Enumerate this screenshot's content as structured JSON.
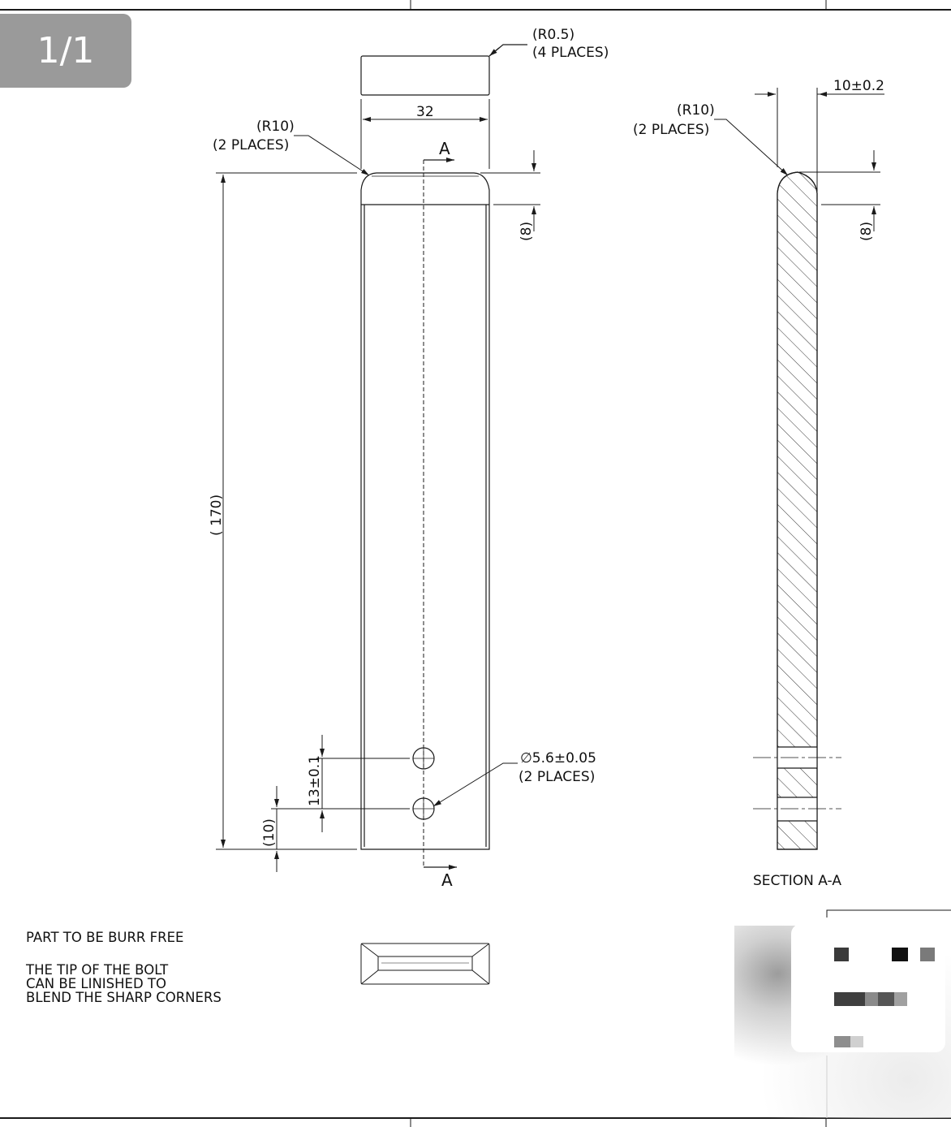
{
  "page_badge": "1/1",
  "colors": {
    "line": "#1a1a1a",
    "badge_bg": "#9a9a9a",
    "badge_text": "#ffffff"
  },
  "top_view": {
    "corner_radius_note": "(R0.5)",
    "corner_radius_places": "(4 PLACES)"
  },
  "front_view": {
    "width_dim": "32",
    "tip_radius_note": "(R10)",
    "tip_radius_places": "(2 PLACES)",
    "tip_height_dim": "(8)",
    "overall_length_dim": "( 170)",
    "hole_spacing_dim": "13±0.1",
    "hole_edge_dim": "(10)",
    "hole_callout": "∅5.6±0.05",
    "hole_callout_places": "(2 PLACES)",
    "section_marker_top": "A",
    "section_marker_bottom": "A"
  },
  "section_view": {
    "thickness_dim": "10±0.2",
    "tip_radius_note": "(R10)",
    "tip_radius_places": "(2 PLACES)",
    "tip_height_dim": "(8)",
    "label": "SECTION A-A"
  },
  "notes": {
    "burr": "PART TO BE BURR FREE",
    "tip_line1": "THE TIP OF THE BOLT",
    "tip_line2": "CAN BE LINISHED TO",
    "tip_line3": "BLEND THE SHARP CORNERS"
  }
}
